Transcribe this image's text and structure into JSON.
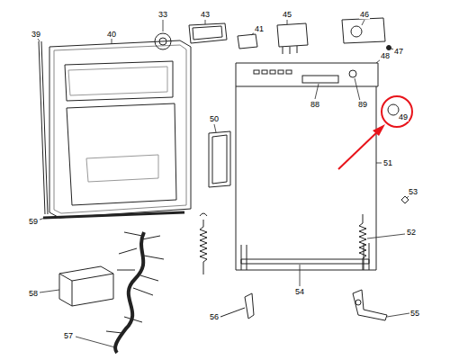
{
  "diagram": {
    "labels": [
      "33",
      "43",
      "45",
      "46",
      "39",
      "40",
      "41",
      "47",
      "48",
      "88",
      "89",
      "49",
      "50",
      "51",
      "53",
      "59",
      "52",
      "54",
      "58",
      "56",
      "55",
      "57"
    ]
  }
}
